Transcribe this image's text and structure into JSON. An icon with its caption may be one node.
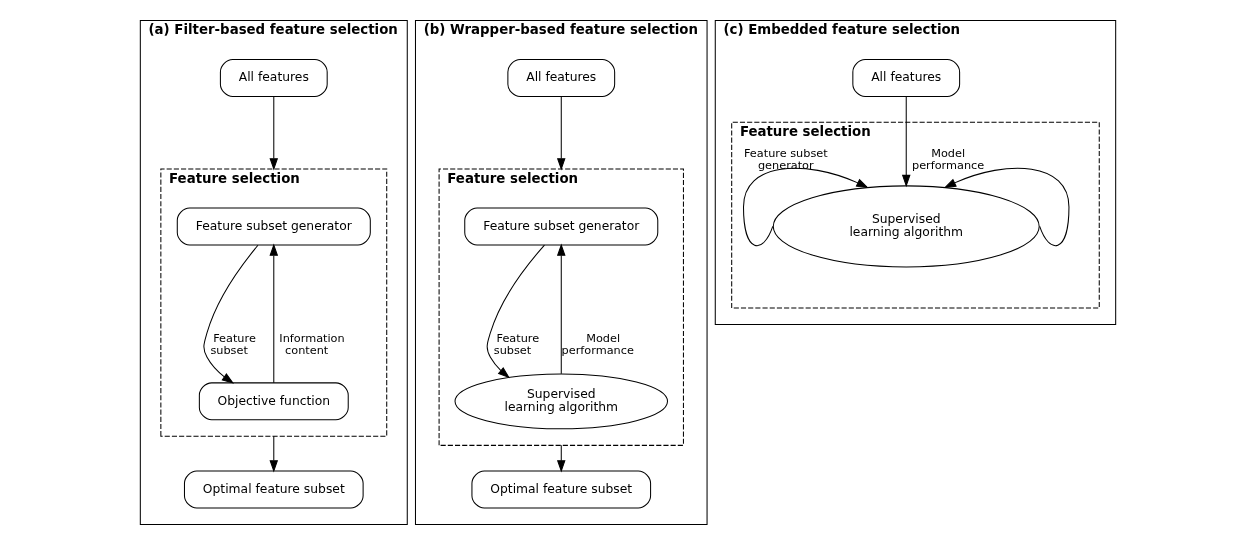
{
  "diagram": {
    "nodes": [
      {
        "text": [
          "(a) Filter-based feature selection"
        ]
      },
      {
        "text": [
          "All features"
        ],
        "in": 0
      },
      {
        "text": [
          "Feature selection"
        ],
        "in": 0
      },
      {
        "text": [
          "Feature subset generator"
        ],
        "in": 2
      },
      {
        "text": [
          "Objective function"
        ],
        "in": 2
      },
      {
        "text": [
          "Optimal feature subset"
        ],
        "in": 0
      },
      {
        "text": [
          "(b) Wrapper-based feature selection"
        ]
      },
      {
        "text": [
          "All features"
        ],
        "in": 6
      },
      {
        "text": [
          "Feature selection"
        ],
        "in": 6
      },
      {
        "text": [
          "Feature subset generator"
        ],
        "in": 8
      },
      {
        "text": [
          "Supervised learning algorithm"
        ],
        "in": 8
      },
      {
        "text": [
          "Optimal feature subset"
        ],
        "in": 6
      },
      {
        "text": [
          "(c) Embedded feature selection"
        ]
      },
      {
        "text": [
          "All features"
        ],
        "in": 12
      },
      {
        "text": [
          "Feature selection"
        ],
        "in": 12
      },
      {
        "text": [
          "Supervised learning algorithm"
        ],
        "in": 14
      }
    ],
    "edges": [
      {
        "from": 1,
        "to": 2,
        "arrow": "to"
      },
      {
        "from": 3,
        "to": 4,
        "arrow": "to",
        "label": "Feature subset"
      },
      {
        "from": 4,
        "to": 3,
        "arrow": "to",
        "label": "Information content"
      },
      {
        "from": 2,
        "to": 5,
        "arrow": "to"
      },
      {
        "from": 7,
        "to": 8,
        "arrow": "to"
      },
      {
        "from": 9,
        "to": 10,
        "arrow": "to",
        "label": "Feature subset"
      },
      {
        "from": 10,
        "to": 9,
        "arrow": "to",
        "label": "Model performance"
      },
      {
        "from": 8,
        "to": 11,
        "arrow": "to"
      },
      {
        "from": 13,
        "to": 15,
        "arrow": "to"
      },
      {
        "from": 15,
        "to": 15,
        "arrow": "to",
        "label": "Feature subset generator"
      },
      {
        "from": 15,
        "to": 15,
        "arrow": "to",
        "label": "Model performance"
      }
    ]
  }
}
